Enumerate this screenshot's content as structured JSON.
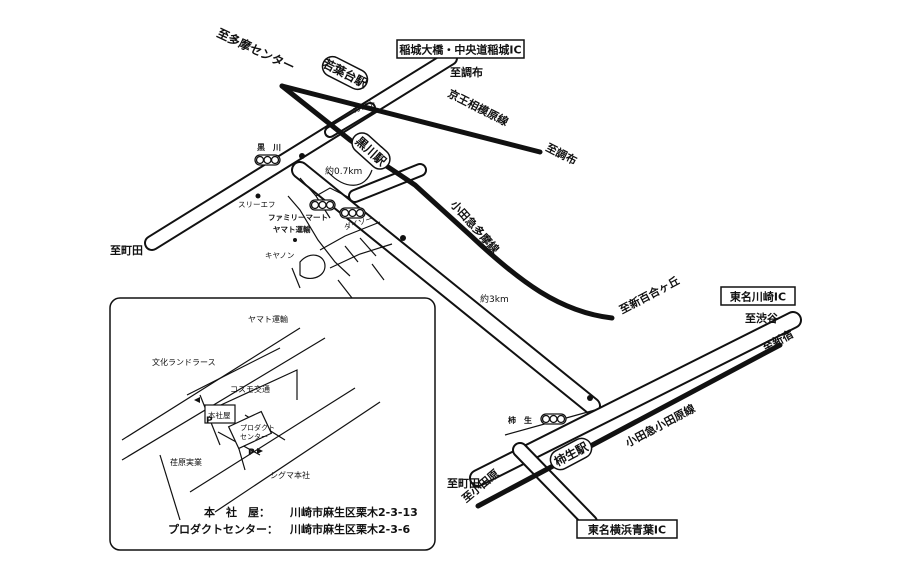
{
  "labels": {
    "to_tama_center": "至多摩センター",
    "inagi_ic": "稲城大橋・中央道稲城IC",
    "to_chofu_1": "至調布",
    "wakabadai_station": "若葉台駅",
    "keio_line": "京王相模原線",
    "to_chofu_2": "至調布",
    "gas_station": "ガスト",
    "kurokawa_signal": "黒　川",
    "kurokawa_station": "黒川駅",
    "approx_07km": "約0.7km",
    "three_f": "スリーエフ",
    "family_mart": "ファミリーマート",
    "yamato_transport": "ヤマト運輸",
    "daiso": "ダイソー",
    "canon": "キヤノン",
    "to_machida_1": "至町田",
    "odakyu_tama_line": "小田急多摩線",
    "to_shin_yurigaoka": "至新百合ヶ丘",
    "approx_3km": "約3km",
    "tomei_kawasaki_ic": "東名川崎IC",
    "to_shibuya": "至渋谷",
    "to_shinjuku": "至新宿",
    "kakio_signal": "柿　生",
    "odakyu_odawara_line": "小田急小田原線",
    "kakio_station": "柿生駅",
    "to_machida_2": "至町田",
    "to_odawara": "至小田原",
    "tomei_aoba_ic": "東名横浜青葉IC"
  },
  "inset": {
    "yamato": "ヤマト運輸",
    "bunka_landrose": "文化ランドラース",
    "cosmo_kotsu": "コスモ交通",
    "head_office": "本社屋",
    "product_center_1": "プロダクト",
    "product_center_2": "センター",
    "parking_1": "P",
    "parking_2": "P",
    "soubara_jitsugyo": "荏原実業",
    "sigma": "シグマ本社",
    "address_hq_label": "本　社　屋：",
    "address_hq": "川崎市麻生区栗木2-3-13",
    "address_pc_label": "プロダクトセンター：",
    "address_pc": "川崎市麻生区栗木2-3-6"
  },
  "colors": {
    "ink": "#111111",
    "paper": "#ffffff"
  }
}
